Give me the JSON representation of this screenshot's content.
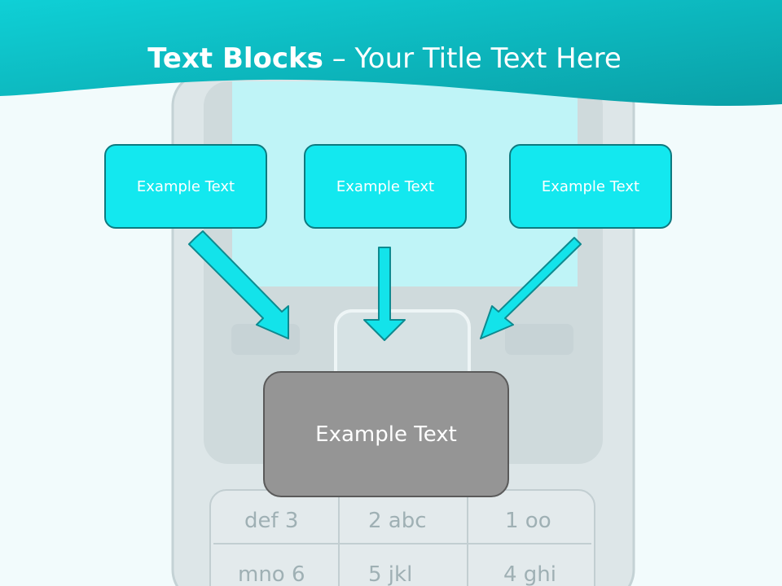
{
  "slide": {
    "title_bold": "Text Blocks",
    "title_dash": " – ",
    "title_rest": "Your Title Text Here"
  },
  "boxes": {
    "left": "Example Text",
    "center": "Example Text",
    "right": "Example Text",
    "main": "Example Text"
  },
  "keypad": {
    "row1": [
      "def 3",
      "2 abc",
      "1 oo"
    ],
    "row2": [
      "mno 6",
      "5 jkl",
      "4 ghi"
    ]
  },
  "colors": {
    "header_teal": "#14c9cf",
    "box_cyan": "#13e8ef",
    "arrow_cyan": "#13e3ea",
    "main_box_gray": "#959595"
  }
}
